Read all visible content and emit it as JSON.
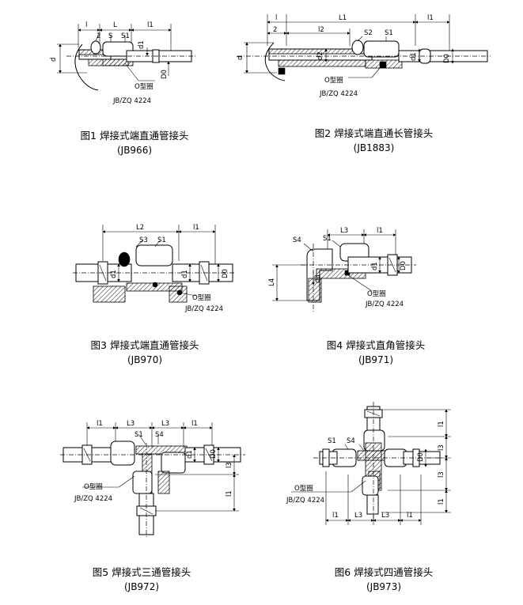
{
  "figures": [
    {
      "id": "fig1",
      "caption": "图1 焊接式端直通管接头",
      "code": "(JB966)",
      "labels": {
        "l": "l",
        "L": "L",
        "l1": "l1",
        "two": "2",
        "S": "S",
        "S1": "S1",
        "d": "d",
        "d1": "d1",
        "D0": "D0",
        "oring": "O型圈",
        "std": "JB/ZQ 4224"
      }
    },
    {
      "id": "fig2",
      "caption": "图2 焊接式端直通长管接头",
      "code": "(JB1883)",
      "labels": {
        "l": "l",
        "L1": "L1",
        "l1": "l1",
        "two": "2",
        "l2": "l2",
        "S2": "S2",
        "S1": "S1",
        "d": "d",
        "d2": "d2",
        "d1": "d1",
        "D0": "D0",
        "oring": "O型圈",
        "std": "JB/ZQ 4224"
      }
    },
    {
      "id": "fig3",
      "caption": "图3 焊接式端直通管接头",
      "code": "(JB970)",
      "labels": {
        "L2": "L2",
        "l1": "l1",
        "S3": "S3",
        "S1": "S1",
        "d1a": "d1",
        "d1b": "d1",
        "D0": "D0",
        "oring": "O型圈",
        "std": "JB/ZQ 4224"
      }
    },
    {
      "id": "fig4",
      "caption": "图4 焊接式直角管接头",
      "code": "(JB971)",
      "labels": {
        "S4": "S4",
        "S1": "S1",
        "L3": "L3",
        "l1": "l1",
        "L4": "L4",
        "d3": "d3",
        "d1": "d1",
        "D0": "D0",
        "oring": "O型圈",
        "std": "JB/ZQ 4224"
      }
    },
    {
      "id": "fig5",
      "caption": "图5 焊接式三通管接头",
      "code": "(JB972)",
      "labels": {
        "l1a": "l1",
        "L3a": "L3",
        "L3b": "L3",
        "l1b": "l1",
        "S1": "S1",
        "S4": "S4",
        "d1": "d1",
        "D0": "D0",
        "l3": "l3",
        "l1v": "l1",
        "oring": "O型圈",
        "std": "JB/ZQ 4224"
      }
    },
    {
      "id": "fig6",
      "caption": "图6 焊接式四通管接头",
      "code": "(JB973)",
      "labels": {
        "S1": "S1",
        "S4": "S4",
        "D0": "D0",
        "l1t": "l1",
        "l3t": "l3",
        "l3b": "l3",
        "l1b": "l1",
        "l1l": "l1",
        "L3l": "L3",
        "L3r": "L3",
        "l1r": "l1",
        "oring": "O型圈",
        "std": "JB/ZQ 4224"
      }
    }
  ]
}
